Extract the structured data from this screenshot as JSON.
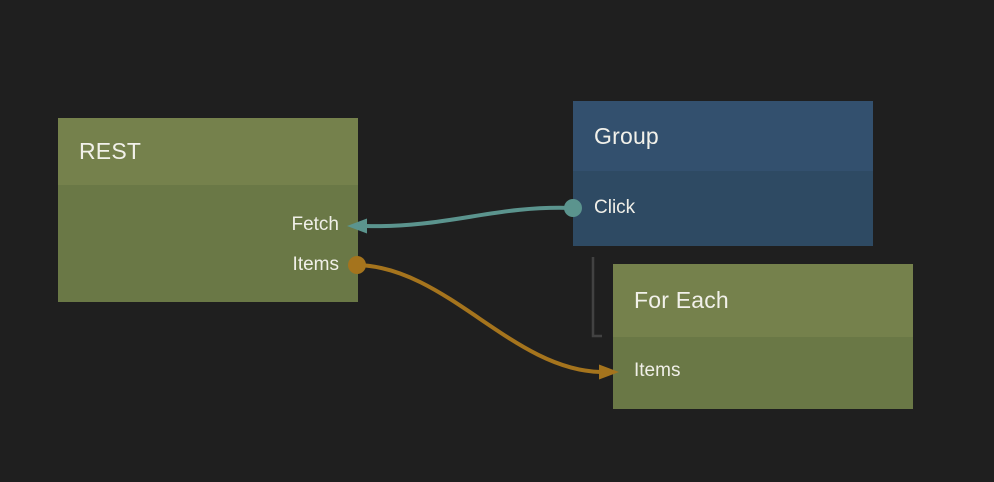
{
  "canvas": {
    "background_color": "#1f1f1f"
  },
  "nodes": [
    {
      "title": "REST",
      "header_color": "#75814c",
      "body_color": "#6a7846",
      "ports": [
        {
          "name": "Fetch",
          "side": "right",
          "endpoint": "arrow-in"
        },
        {
          "name": "Items",
          "side": "right",
          "endpoint": "dot-out"
        }
      ]
    },
    {
      "title": "Group",
      "header_color": "#33506e",
      "body_color": "#2e4a63",
      "ports": [
        {
          "name": "Click",
          "side": "left",
          "endpoint": "dot-out"
        }
      ]
    },
    {
      "title": "For Each",
      "header_color": "#75814c",
      "body_color": "#6a7846",
      "ports": [
        {
          "name": "Items",
          "side": "left",
          "endpoint": "arrow-in"
        }
      ]
    }
  ],
  "connections": [
    {
      "from": "Group / Click",
      "to": "REST / Fetch",
      "color": "#5b948e"
    },
    {
      "from": "REST / Items",
      "to": "For Each / Items",
      "color": "#a5741d"
    }
  ],
  "hierarchy_line": {
    "color": "#424242"
  }
}
